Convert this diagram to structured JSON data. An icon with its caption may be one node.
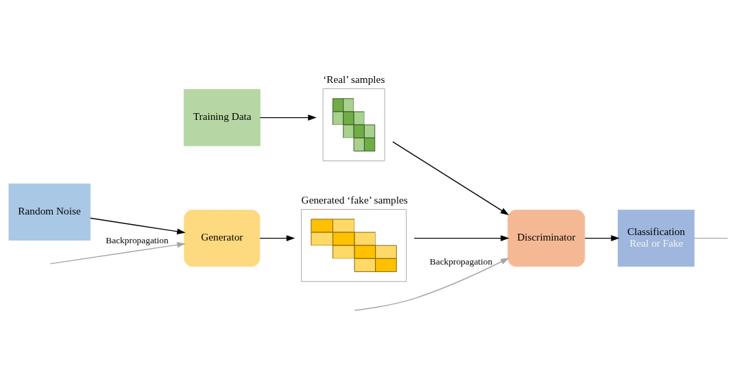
{
  "diagram": {
    "nodes": [
      {
        "text": [
          "Training Data"
        ]
      },
      {
        "text": [
          "‘Real’ samples"
        ]
      },
      {
        "text": [
          "Random Noise"
        ]
      },
      {
        "text": [
          "Generator"
        ]
      },
      {
        "text": [
          "Generated ‘fake’ samples"
        ]
      },
      {
        "text": [
          "Discriminator"
        ]
      },
      {
        "text": [
          "Classification",
          "Real or Fake"
        ]
      }
    ],
    "edges": [
      {
        "from": 0,
        "to": 1,
        "arrow": "to"
      },
      {
        "from": 2,
        "to": 3,
        "arrow": "to"
      },
      {
        "from": 3,
        "to": 4,
        "arrow": "to"
      },
      {
        "from": 1,
        "to": 5,
        "arrow": "to"
      },
      {
        "from": 4,
        "to": 5,
        "arrow": "to"
      },
      {
        "from": 5,
        "to": 6,
        "arrow": "to"
      },
      {
        "from": 6,
        "to": null,
        "arrow": "none",
        "color": "#a6a6a6"
      },
      {
        "from": null,
        "to": 5,
        "arrow": "to",
        "label": "Backpropagation",
        "color": "#a6a6a6"
      },
      {
        "from": null,
        "to": 3,
        "arrow": "to",
        "label": "Backpropagation",
        "color": "#a6a6a6"
      }
    ]
  }
}
